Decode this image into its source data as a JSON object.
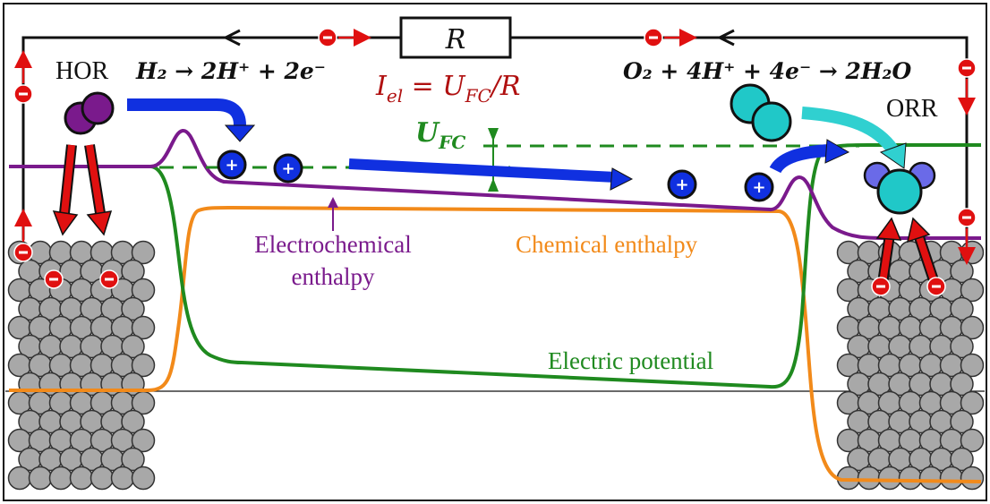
{
  "diagram": {
    "resistor_label": "R",
    "current_eq": {
      "main": "I",
      "sub": "el",
      "rest": " = U",
      "sub2": "FC",
      "tail": "/R"
    },
    "ufc_label": {
      "main": "U",
      "sub": "FC"
    },
    "hor_label": "HOR",
    "orr_label": "ORR",
    "hor_reaction": "H₂ → 2H⁺ + 2e⁻",
    "orr_reaction": "O₂ + 4H⁺ + 4e⁻ → 2H₂O",
    "electrochemical_label_line1": "Electrochemical",
    "electrochemical_label_line2": "enthalpy",
    "chemical_label": "Chemical enthalpy",
    "electric_label": "Electric potential",
    "proton_sign": "+",
    "electron_sign": "−"
  },
  "colors": {
    "electrochemical": "#7a1a8c",
    "chemical": "#f28a1a",
    "electric": "#1f8a1f",
    "proton_arrow": "#1030e0",
    "oxygen_arrow": "#30d0d0",
    "electron": "#e01010",
    "hydrogen_molecule": "#7a1a8c",
    "oxygen_atom": "#20c8c8",
    "water_h": "#6a6ae8",
    "metal_atom": "#a8a8a8",
    "current_text": "#b01010"
  }
}
